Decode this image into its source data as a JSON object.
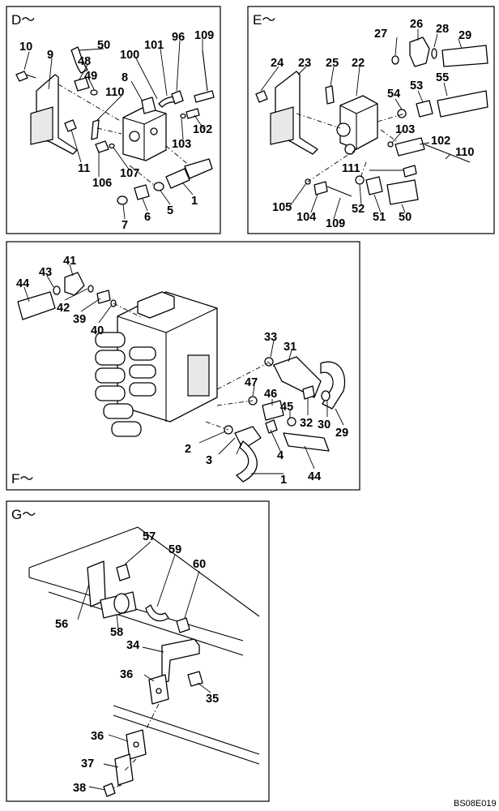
{
  "panels": {
    "d": {
      "title": "D～",
      "callouts": [
        "10",
        "9",
        "50",
        "48",
        "49",
        "8",
        "100",
        "101",
        "96",
        "109",
        "110",
        "102",
        "103",
        "11",
        "106",
        "107",
        "1",
        "5",
        "6",
        "7"
      ]
    },
    "e": {
      "title": "E～",
      "callouts": [
        "27",
        "26",
        "28",
        "29",
        "24",
        "23",
        "25",
        "22",
        "54",
        "53",
        "55",
        "103",
        "102",
        "110",
        "111",
        "105",
        "104",
        "109",
        "52",
        "51",
        "50"
      ]
    },
    "f": {
      "title": "F～",
      "callouts": [
        "41",
        "43",
        "44",
        "42",
        "39",
        "40",
        "33",
        "31",
        "47",
        "46",
        "32",
        "30",
        "29",
        "45",
        "2",
        "4",
        "3",
        "44",
        "1"
      ]
    },
    "g": {
      "title": "G～",
      "callouts": [
        "57",
        "59",
        "60",
        "56",
        "58",
        "34",
        "36",
        "35",
        "36",
        "37",
        "38"
      ]
    }
  },
  "figure_code": "BS08E019"
}
